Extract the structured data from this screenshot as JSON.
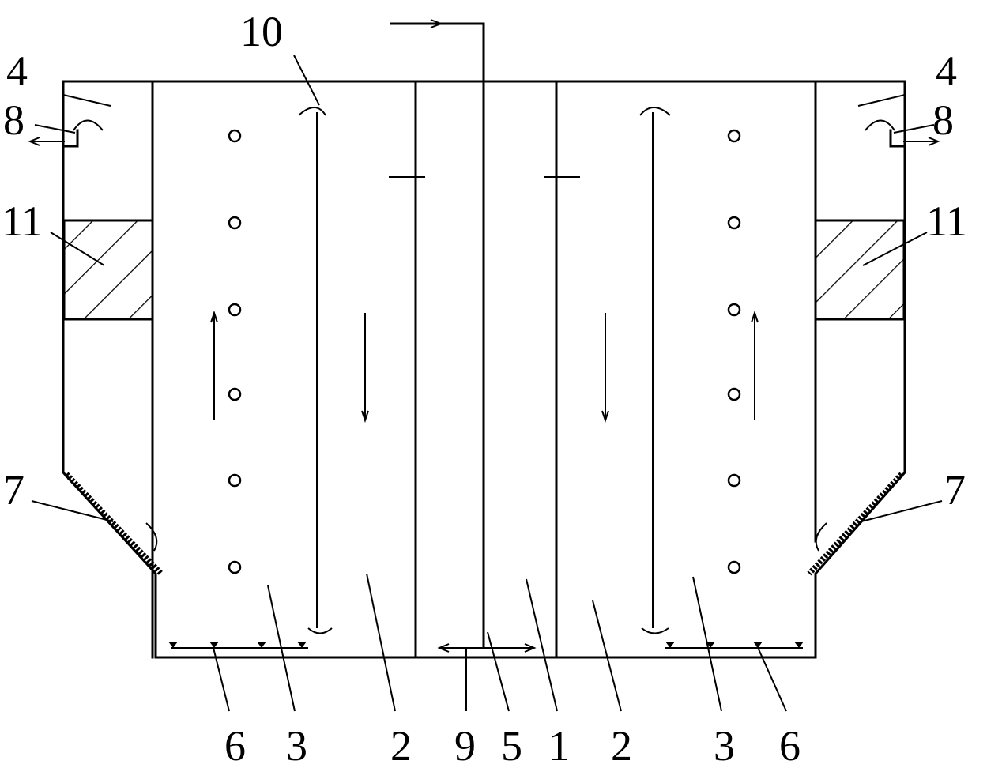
{
  "labels": {
    "n10": "10",
    "n4_left": "4",
    "n4_right": "4",
    "n8_left": "8",
    "n8_right": "8",
    "n11_left": "11",
    "n11_right": "11",
    "n7_left": "7",
    "n7_right": "7",
    "b6_left": "6",
    "b3_left": "3",
    "b2_left": "2",
    "b9": "9",
    "b5": "5",
    "b1": "1",
    "b2_right": "2",
    "b3_right": "3",
    "b6_right": "6"
  }
}
